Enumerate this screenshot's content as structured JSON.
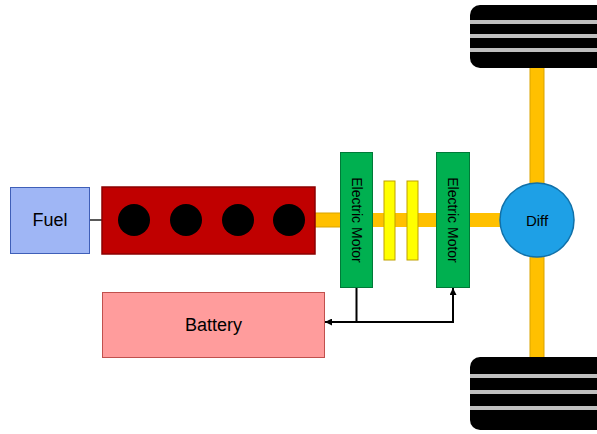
{
  "diagram": {
    "nodes": [
      {
        "text": [
          "Fuel"
        ]
      },
      {
        "text": [
          "Electric Motor"
        ]
      },
      {
        "text": [
          "Electric Motor"
        ]
      },
      {
        "text": [
          "Diff"
        ]
      },
      {
        "text": [
          "Battery"
        ]
      }
    ],
    "edges": [
      {
        "from": 1,
        "to": 4,
        "arrow": "to"
      },
      {
        "from": 4,
        "to": 2,
        "arrow": "to"
      },
      {
        "from": 1,
        "to": 2,
        "arrow": "none"
      },
      {
        "from": 2,
        "to": 3,
        "arrow": "none"
      }
    ]
  }
}
